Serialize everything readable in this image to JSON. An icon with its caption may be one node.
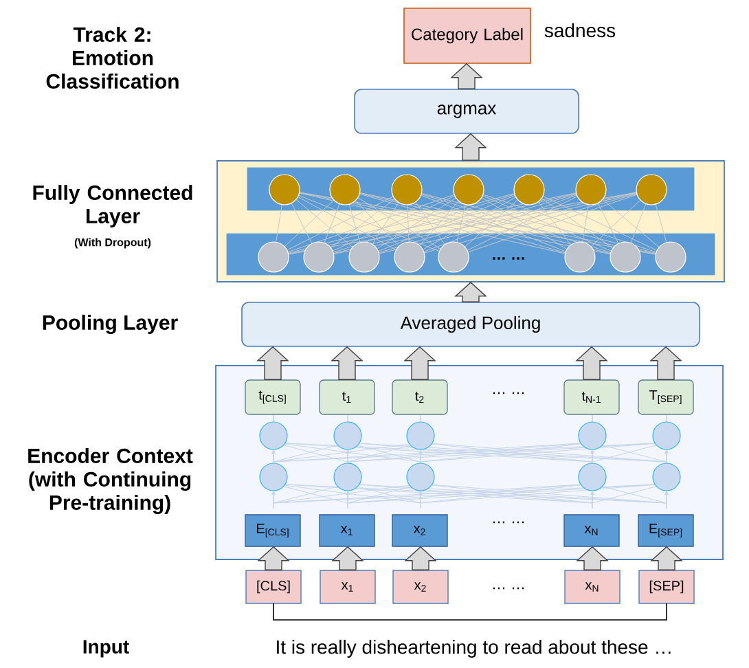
{
  "diagram": {
    "title": "Track 2: Emotion Classification",
    "nodes": [
      {
        "text": [
          "Category Label"
        ],
        "beside": [
          "sadness"
        ]
      },
      {
        "text": [
          "argmax"
        ]
      },
      {
        "text": [],
        "shape": "box"
      },
      {
        "text": [
          "Averaged Pooling"
        ]
      },
      {
        "text": [],
        "shape": "box"
      },
      {
        "text": [
          "t$_{[CLS]}$"
        ],
        "in": 4
      },
      {
        "text": [
          "t$_{1}$"
        ],
        "in": 4
      },
      {
        "text": [
          "t$_{2}$"
        ],
        "in": 4
      },
      {
        "text": [
          "t$_{N-1}$"
        ],
        "in": 4
      },
      {
        "text": [
          "T$_{[SEP]}$"
        ],
        "in": 4
      },
      {
        "text": [
          "E$_{[CLS]}$"
        ],
        "in": 4
      },
      {
        "text": [
          "x$_{1}$"
        ],
        "in": 4
      },
      {
        "text": [
          "x$_{2}$"
        ],
        "in": 4
      },
      {
        "text": [
          "x$_{N}$"
        ],
        "in": 4
      },
      {
        "text": [
          "E$_{[SEP]}$"
        ],
        "in": 4
      },
      {
        "text": [
          "[CLS]"
        ]
      },
      {
        "text": [
          "x$_{1}$"
        ]
      },
      {
        "text": [
          "x$_{2}$"
        ]
      },
      {
        "text": [
          "x$_{N}$"
        ]
      },
      {
        "text": [
          "[SEP]"
        ]
      }
    ],
    "edges": [
      {
        "from": 1,
        "to": 0,
        "arrow": "to"
      },
      {
        "from": 2,
        "to": 1,
        "arrow": "to"
      },
      {
        "from": 3,
        "to": 2,
        "arrow": "to"
      },
      {
        "from": 5,
        "to": 3,
        "arrow": "to"
      },
      {
        "from": 6,
        "to": 3,
        "arrow": "to"
      },
      {
        "from": 7,
        "to": 3,
        "arrow": "to"
      },
      {
        "from": 8,
        "to": 3,
        "arrow": "to"
      },
      {
        "from": 9,
        "to": 3,
        "arrow": "to"
      },
      {
        "from": 15,
        "to": 10,
        "arrow": "to"
      },
      {
        "from": 16,
        "to": 11,
        "arrow": "to"
      },
      {
        "from": 17,
        "to": 12,
        "arrow": "to"
      },
      {
        "from": 18,
        "to": 13,
        "arrow": "to"
      },
      {
        "from": 19,
        "to": 14,
        "arrow": "to"
      }
    ],
    "labels": [
      "Fully Connected Layer",
      "(With Dropout)",
      "… …",
      "Pooling Layer",
      "… …",
      "Encoder Context (with Continuing Pre-training)",
      "… …",
      "… …",
      "Input",
      "It is really disheartening to read about these …"
    ]
  }
}
